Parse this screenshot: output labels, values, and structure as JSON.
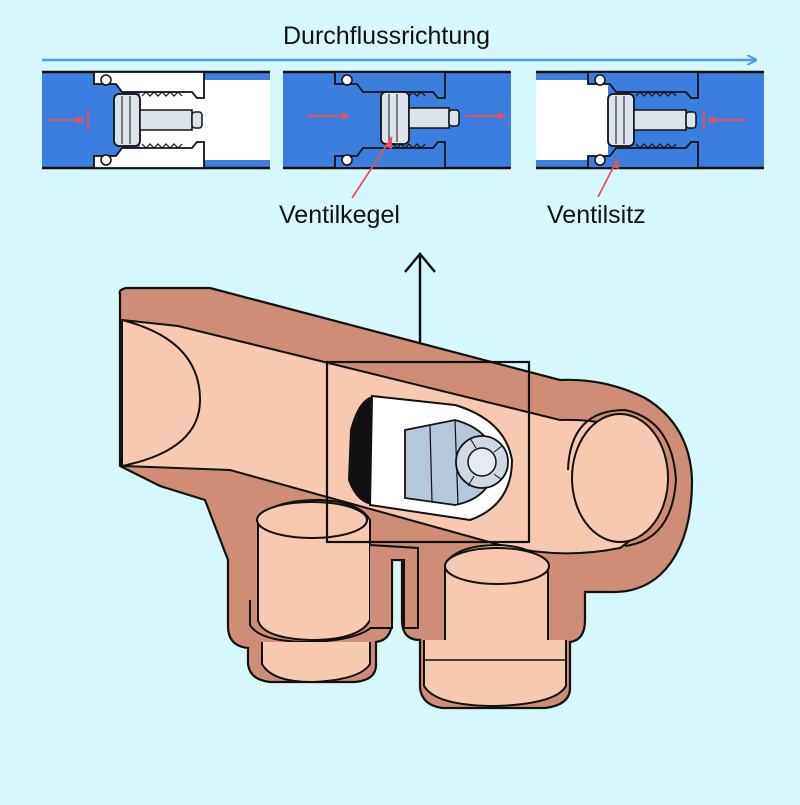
{
  "labels": {
    "flow_direction": "Durchflussrichtung",
    "valve_cone": "Ventilkegel",
    "valve_seat": "Ventilsitz"
  },
  "panels": [
    {
      "id": "closed-no-flow",
      "state": "closed",
      "flow": "inlet-only"
    },
    {
      "id": "open-forward-flow",
      "state": "open",
      "flow": "forward"
    },
    {
      "id": "closed-backflow",
      "state": "closed",
      "flow": "reverse"
    }
  ],
  "colors": {
    "background": "#d6f8fc",
    "water": "#3a7fe0",
    "flow_arrow": "#e8505a",
    "pointer_line": "#e8505a",
    "direction_arrow": "#4a9be8",
    "copper_outer": "#cf8d75",
    "copper_inner": "#f7c9b1",
    "valve_body": "#ffffff",
    "valve_cone": "#b6c7db"
  }
}
